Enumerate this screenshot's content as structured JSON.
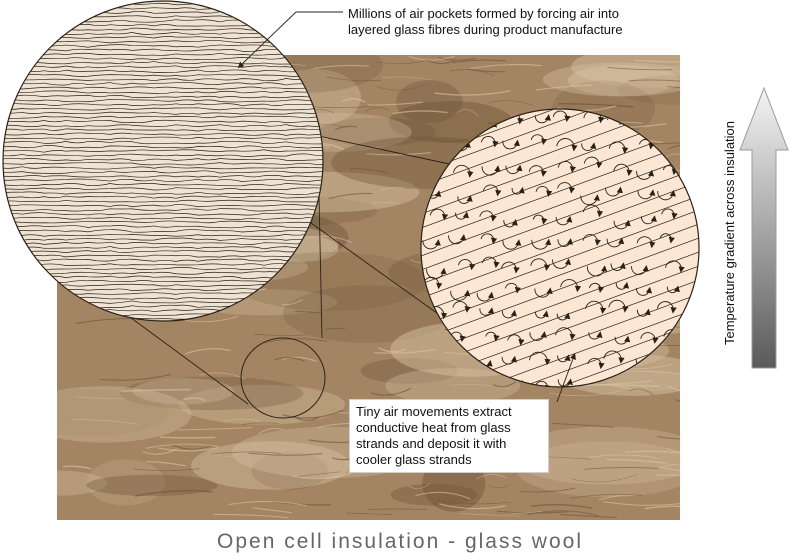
{
  "annotations": {
    "top_line1": "Millions of air pockets formed by forcing air into",
    "top_line2": "layered glass fibres during product manufacture",
    "bottom_lines": [
      "Tiny air movements extract",
      "conductive heat from glass",
      "strands and deposit it with",
      "cooler glass strands"
    ]
  },
  "gradient_arrow": {
    "label": "Temperature gradient across insulation",
    "top_color": "#f4f4f4",
    "bottom_color": "#5a5a5a"
  },
  "caption": "Open cell insulation - glass wool",
  "colors": {
    "wool_base": "#a48563",
    "wool_light": "#d8c3a4",
    "wool_dark": "#6e5438",
    "circle_left_fill": "#efe3d3",
    "circle_right_fill": "#fbe7d3",
    "ink": "#2a2218"
  },
  "icons": {
    "pointer": "arrowhead-icon",
    "air_movement": "curved-arrow-icon"
  }
}
